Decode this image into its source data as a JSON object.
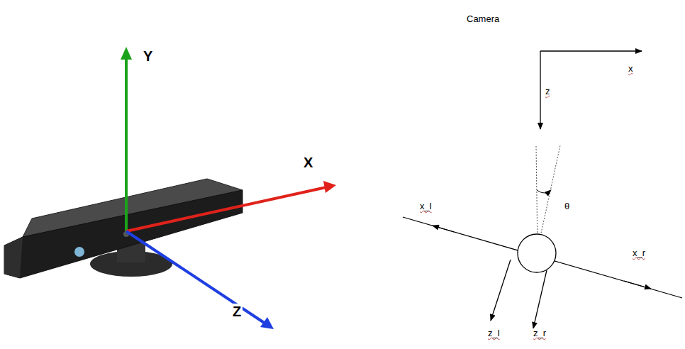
{
  "diagram": {
    "labels": [
      "Y",
      "X",
      "Z",
      "Camera",
      "x",
      "z",
      "θ",
      "x_l",
      "x_r",
      "z_l",
      "z_r"
    ]
  }
}
